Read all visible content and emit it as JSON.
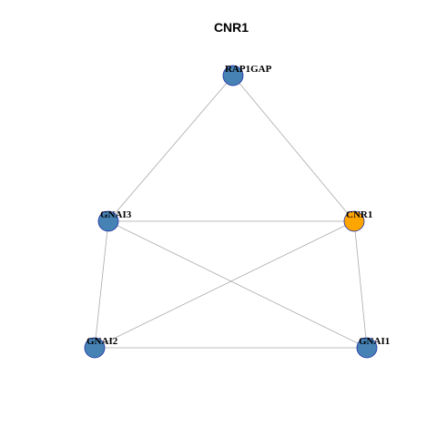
{
  "title": "CNR1",
  "colors": {
    "node_default": "#4682b4",
    "node_focus": "#ffa500",
    "node_stroke": "#1f2fa8",
    "edge": "#a9a9a9"
  },
  "nodes": [
    {
      "id": "RAP1GAP",
      "label": "RAP1GAP",
      "focus": false
    },
    {
      "id": "GNAI3",
      "label": "GNAI3",
      "focus": false
    },
    {
      "id": "CNR1",
      "label": "CNR1",
      "focus": true
    },
    {
      "id": "GNAI2",
      "label": "GNAI2",
      "focus": false
    },
    {
      "id": "GNAI1",
      "label": "GNAI1",
      "focus": false
    }
  ],
  "edges": [
    [
      "RAP1GAP",
      "GNAI3"
    ],
    [
      "RAP1GAP",
      "CNR1"
    ],
    [
      "GNAI3",
      "CNR1"
    ],
    [
      "GNAI3",
      "GNAI2"
    ],
    [
      "GNAI3",
      "GNAI1"
    ],
    [
      "CNR1",
      "GNAI2"
    ],
    [
      "CNR1",
      "GNAI1"
    ],
    [
      "GNAI2",
      "GNAI1"
    ]
  ]
}
